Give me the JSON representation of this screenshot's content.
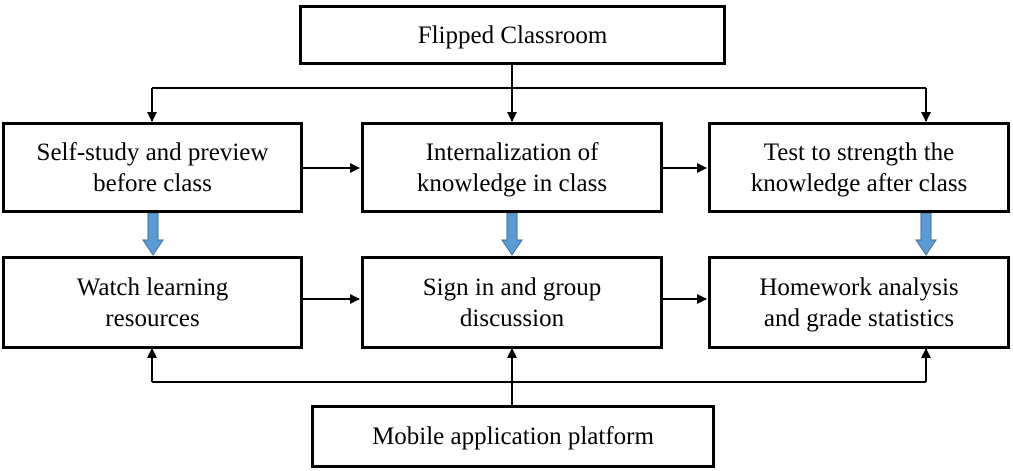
{
  "nodes": {
    "flipped": {
      "label": "Flipped Classroom"
    },
    "selfstudy": {
      "label": "Self-study and preview\nbefore class"
    },
    "internal": {
      "label": "Internalization of\nknowledge in class"
    },
    "test": {
      "label": "Test to strength the\nknowledge after class"
    },
    "watch": {
      "label": "Watch learning\nresources"
    },
    "signin": {
      "label": "Sign in and group\ndiscussion"
    },
    "homework": {
      "label": "Homework analysis\nand grade statistics"
    },
    "mobile": {
      "label": "Mobile application platform"
    }
  },
  "colors": {
    "stroke": "#000000",
    "fill": "#ffffff",
    "block_arrow_fill": "#5b9bd5",
    "block_arrow_stroke": "#41719c"
  }
}
